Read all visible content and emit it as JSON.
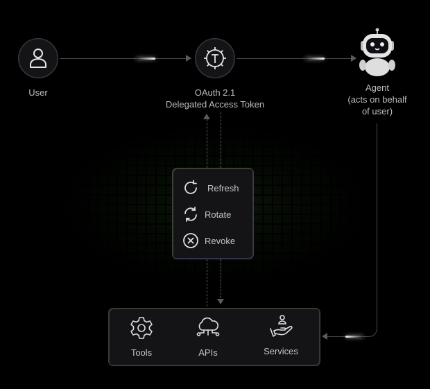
{
  "nodes": {
    "user": {
      "label": "User",
      "icon": "user-icon"
    },
    "oauth": {
      "line1": "OAuth 2.1",
      "line2": "Delegated Access Token",
      "icon": "token-t-icon"
    },
    "agent": {
      "line1": "Agent",
      "line2": "(acts on behalf",
      "line3": "of user)",
      "icon": "robot-icon"
    }
  },
  "token_actions": [
    {
      "label": "Refresh",
      "icon": "refresh-icon"
    },
    {
      "label": "Rotate",
      "icon": "rotate-icon"
    },
    {
      "label": "Revoke",
      "icon": "revoke-x-icon"
    }
  ],
  "resources": [
    {
      "label": "Tools",
      "icon": "gear-icon"
    },
    {
      "label": "APIs",
      "icon": "cloud-network-icon"
    },
    {
      "label": "Services",
      "icon": "hand-user-icon"
    }
  ],
  "colors": {
    "background": "#000000",
    "node_fill": "#141416",
    "line": "#4a4a4a",
    "text": "#c4c4c4",
    "grid_glow": "#1f4a18"
  }
}
